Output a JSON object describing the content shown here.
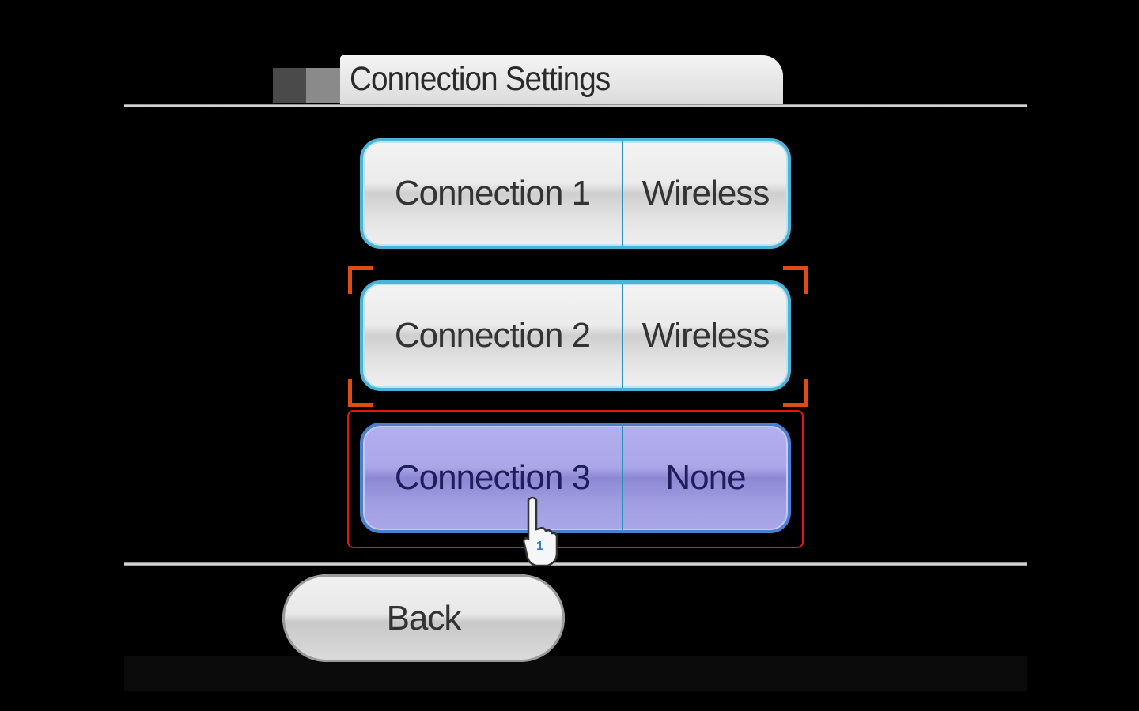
{
  "header": {
    "title": "Connection Settings"
  },
  "connections": [
    {
      "name": "Connection 1",
      "type": "Wireless",
      "selected": false
    },
    {
      "name": "Connection 2",
      "type": "Wireless",
      "selected": false
    },
    {
      "name": "Connection 3",
      "type": "None",
      "selected": true
    }
  ],
  "footer": {
    "back_label": "Back"
  },
  "cursor": {
    "player": "1"
  },
  "colors": {
    "accent": "#4cb3d8",
    "selected": "#aaa6e8",
    "focus_bracket": "#e04a14",
    "highlight": "#e8121e"
  }
}
